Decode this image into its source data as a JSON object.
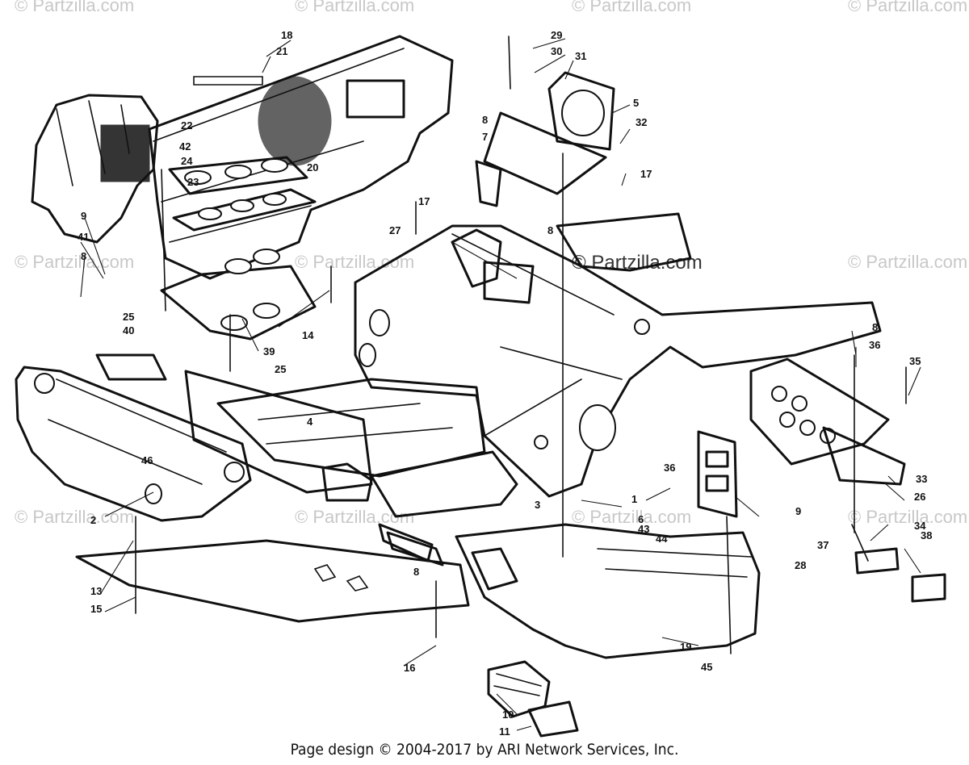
{
  "watermark": {
    "site": "© Partzilla.com",
    "center": "© Partzilla.com"
  },
  "footer": "Page design © 2004-2017 by ARI Network Services, Inc.",
  "callouts": [
    "18",
    "21",
    "29",
    "30",
    "31",
    "5",
    "32",
    "7",
    "8",
    "17",
    "22",
    "42",
    "24",
    "20",
    "23",
    "17",
    "27",
    "8",
    "9",
    "41",
    "8",
    "25",
    "40",
    "14",
    "39",
    "25",
    "4",
    "46",
    "2",
    "13",
    "15",
    "8",
    "16",
    "10",
    "11",
    "19",
    "45",
    "1",
    "6",
    "3",
    "36",
    "44",
    "43",
    "9",
    "8",
    "36",
    "35",
    "33",
    "26",
    "34",
    "37",
    "38",
    "28"
  ]
}
